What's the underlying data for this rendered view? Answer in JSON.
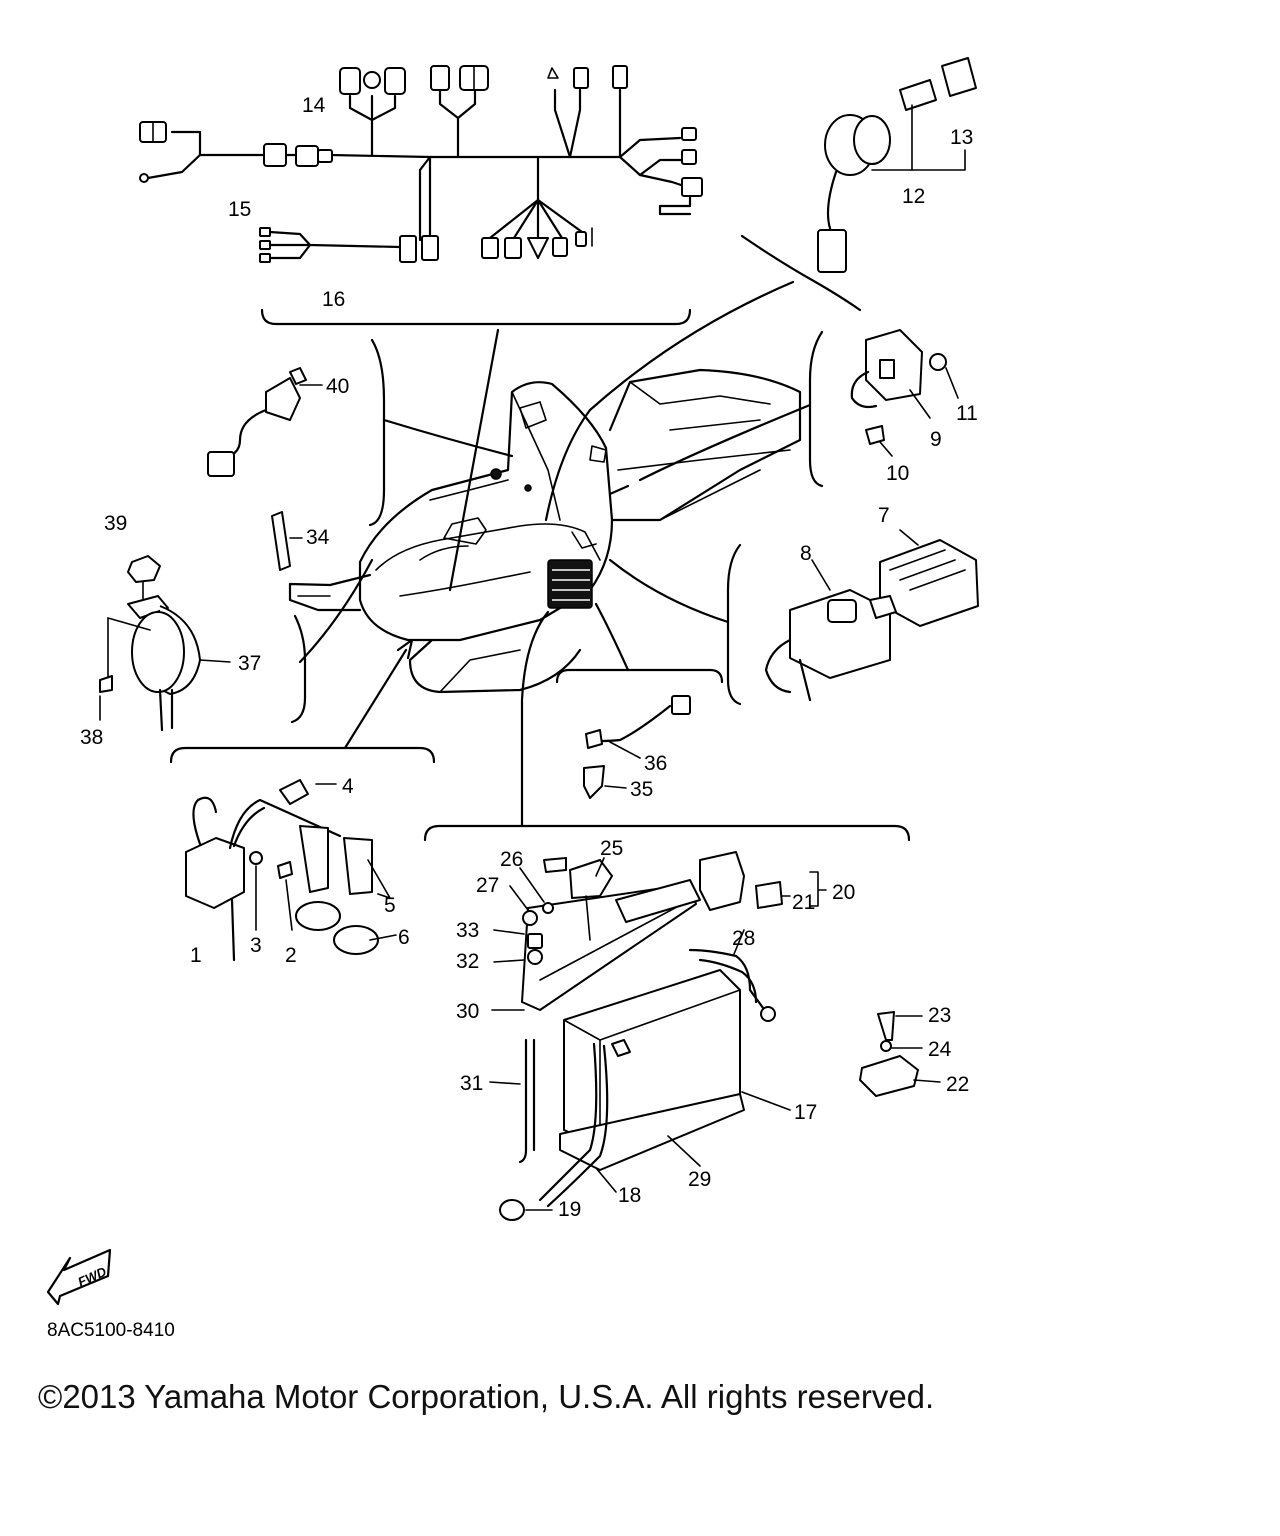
{
  "diagram": {
    "callouts": [
      "1",
      "2",
      "3",
      "4",
      "5",
      "6",
      "7",
      "8",
      "9",
      "10",
      "11",
      "12",
      "13",
      "14",
      "15",
      "16",
      "17",
      "18",
      "19",
      "20",
      "21",
      "22",
      "23",
      "24",
      "25",
      "26",
      "27",
      "28",
      "29",
      "30",
      "31",
      "32",
      "33",
      "34",
      "35",
      "36",
      "37",
      "38",
      "39",
      "40"
    ],
    "fwd_arrow_text": "FWD",
    "part_code": "8AC5100-8410"
  },
  "footer": {
    "copyright": "©2013 Yamaha Motor Corporation, U.S.A. All rights reserved."
  }
}
